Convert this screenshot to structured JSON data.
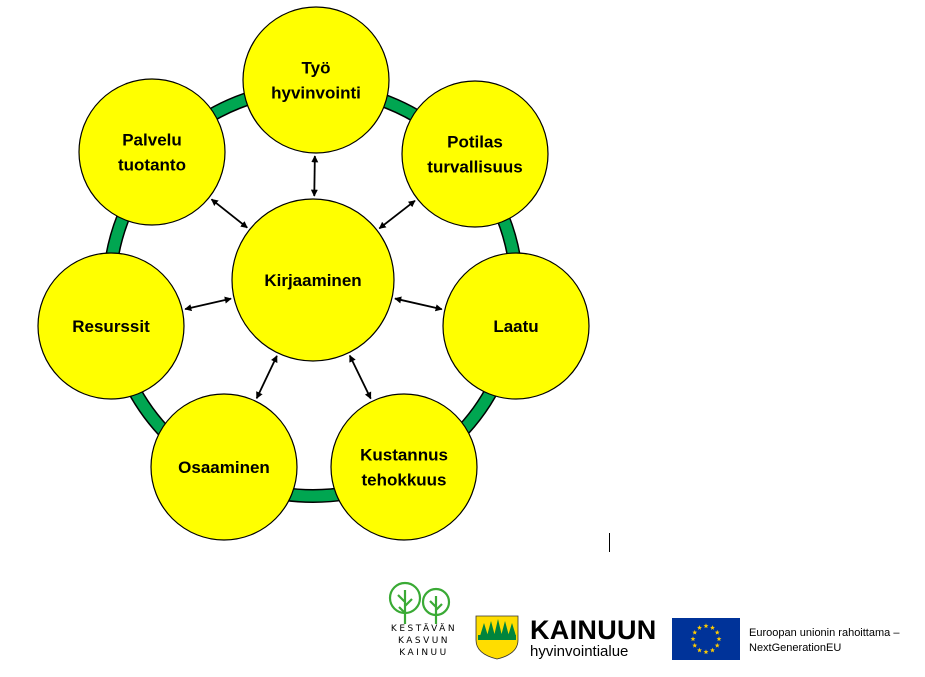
{
  "diagram": {
    "center": {
      "label": [
        "Kirjaaminen"
      ]
    },
    "nodes": [
      {
        "id": "tyo",
        "label": [
          "Työ",
          "hyvinvointi"
        ]
      },
      {
        "id": "potilas",
        "label": [
          "Potilas",
          "turvallisuus"
        ]
      },
      {
        "id": "laatu",
        "label": [
          "Laatu"
        ]
      },
      {
        "id": "kustannus",
        "label": [
          "Kustannus",
          "tehokkuus"
        ]
      },
      {
        "id": "osaaminen",
        "label": [
          "Osaaminen"
        ]
      },
      {
        "id": "resurssit",
        "label": [
          "Resurssit"
        ]
      },
      {
        "id": "palvelu",
        "label": [
          "Palvelu",
          "tuotanto"
        ]
      }
    ],
    "colors": {
      "circle_fill": "#ffff00",
      "circle_stroke": "#000000",
      "ring": "#00a651",
      "arrow": "#000000"
    }
  },
  "footer": {
    "kasvun": {
      "lines": [
        "KESTÄVÄN",
        "KASVUN",
        "KAINUU"
      ],
      "icon": "trees-icon",
      "color": "#3aaa35"
    },
    "kainuu": {
      "name": "KAINUUN",
      "sub": "hyvinvointialue",
      "icon": "kainuu-crest-icon"
    },
    "eu": {
      "line1": "Euroopan unionin rahoittama –",
      "line2": "NextGenerationEU",
      "icon": "eu-flag-icon",
      "flag_color": "#003399",
      "star_color": "#ffcc00"
    }
  }
}
